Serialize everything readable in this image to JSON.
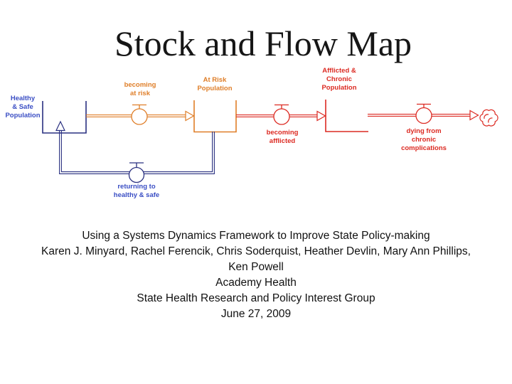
{
  "slide": {
    "title": "Stock and Flow Map",
    "footer_lines": [
      "Using a Systems Dynamics Framework to Improve State Policy-making",
      "Karen J. Minyard, Rachel Ferencik, Chris Soderquist, Heather Devlin, Mary Ann Phillips,",
      "Ken Powell",
      "Academy Health",
      "State Health Research and Policy Interest Group",
      "June 27, 2009"
    ]
  },
  "diagram": {
    "labels": {
      "healthy_safe_population": "Healthy\n& Safe\nPopulation",
      "becoming_at_risk": "becoming\nat risk",
      "at_risk_population": "At Risk\nPopulation",
      "afflicted_chronic_population": "Afflicted &\nChronic\nPopulation",
      "becoming_afflicted": "becoming\nafflicted",
      "dying_from_chronic_complications": "dying from\nchronic\ncomplications",
      "returning_to_healthy_safe": "returning to\nhealthy & safe"
    },
    "colors": {
      "stock_navy": "#2a3080",
      "label_blue": "#3a4ec4",
      "flow_orange": "#df7e28",
      "flow_red": "#dc2a22",
      "title_black": "#161616"
    },
    "icons": {
      "valve": "valve-icon",
      "sink": "cloud-sink-icon",
      "flow_arrow": "arrowhead-icon"
    }
  }
}
